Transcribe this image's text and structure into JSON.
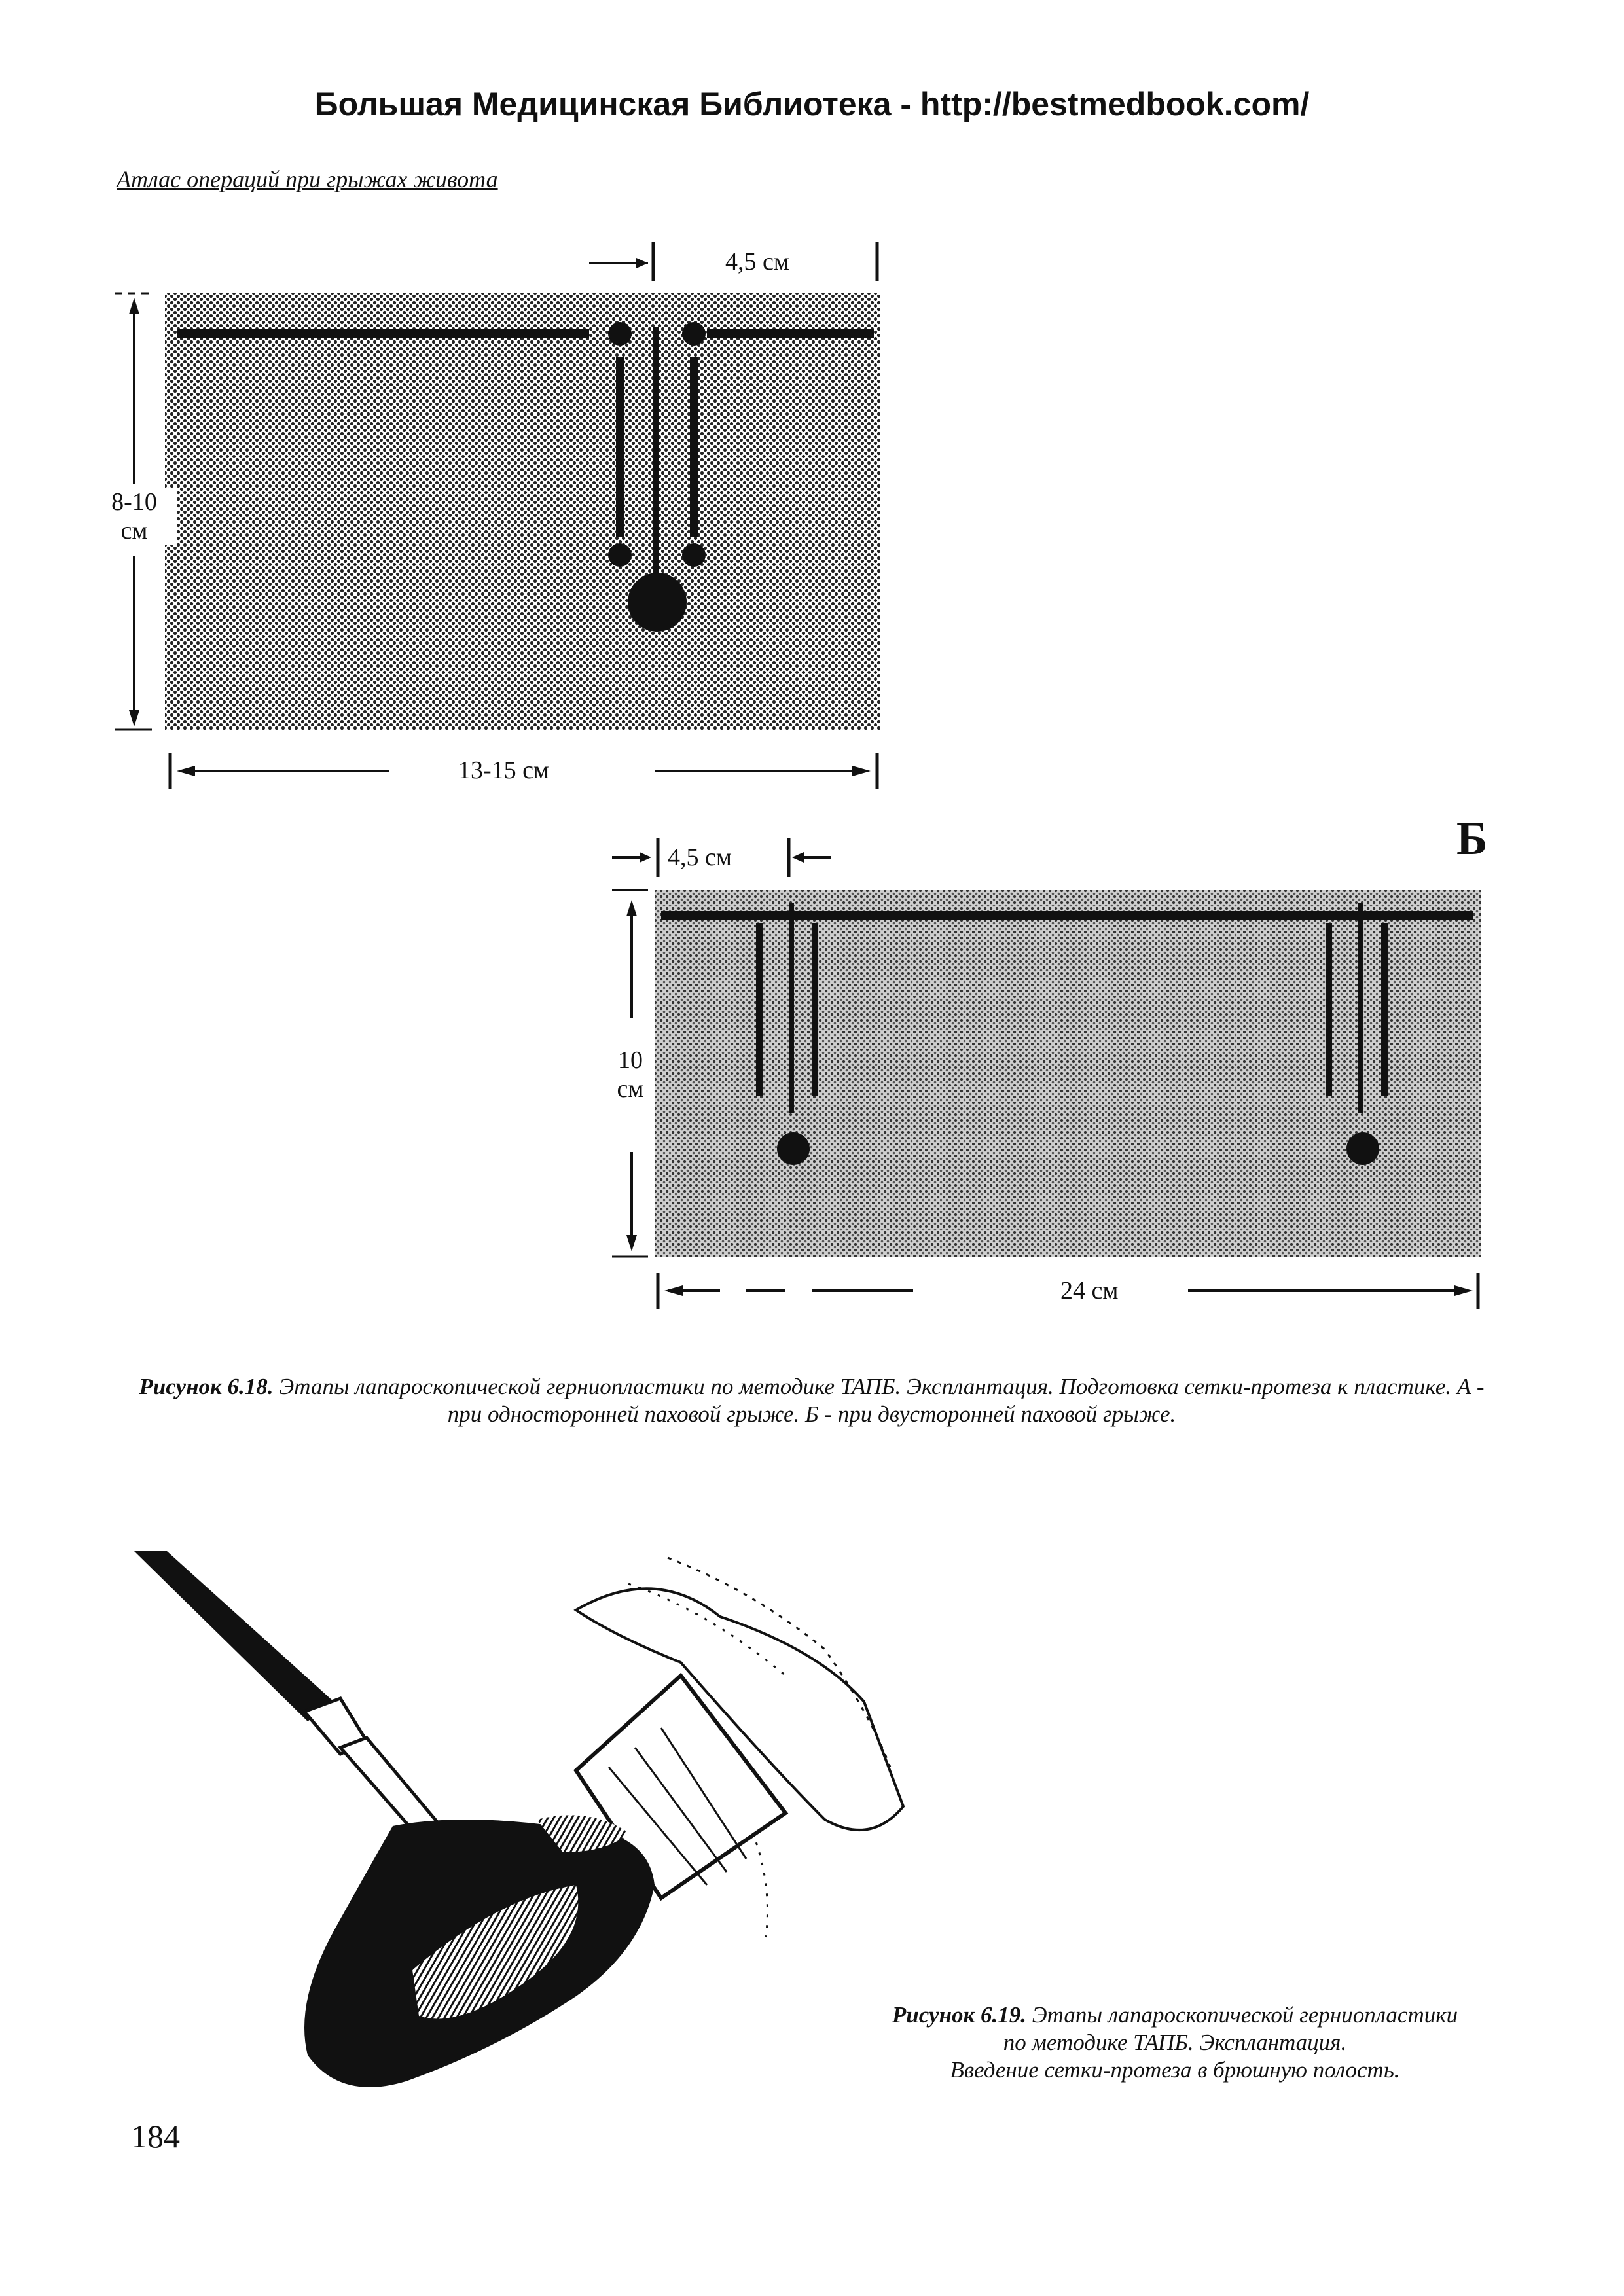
{
  "header": {
    "site_title": "Большая Медицинская Библиотека - http://bestmedbook.com/"
  },
  "running_title": "Атлас операций при грыжах живота",
  "figure_6_18": {
    "panel_a": {
      "top_width_label": "4,5 см",
      "height_label_line1": "8-10",
      "height_label_line2": "см",
      "width_label": "13-15 см"
    },
    "panel_b": {
      "panel_letter": "Б",
      "top_width_label": "4,5 см",
      "height_label_line1": "10",
      "height_label_line2": "см",
      "width_label": "24 см"
    },
    "caption_number": "Рисунок 6.18.",
    "caption_text": "Этапы лапароскопической герниопластики по методике ТАПБ. Эксплантация. Подготовка сетки-протеза к пластике. А - при односторонней паховой грыже. Б - при двусторонней паховой грыже."
  },
  "figure_6_19": {
    "caption_number": "Рисунок 6.19.",
    "caption_line1": "Этапы лапароскопической герниопластики",
    "caption_line2": "по методике ТАПБ. Эксплантация.",
    "caption_line3": "Введение сетки-протеза в брюшную полость."
  },
  "page_number": "184"
}
